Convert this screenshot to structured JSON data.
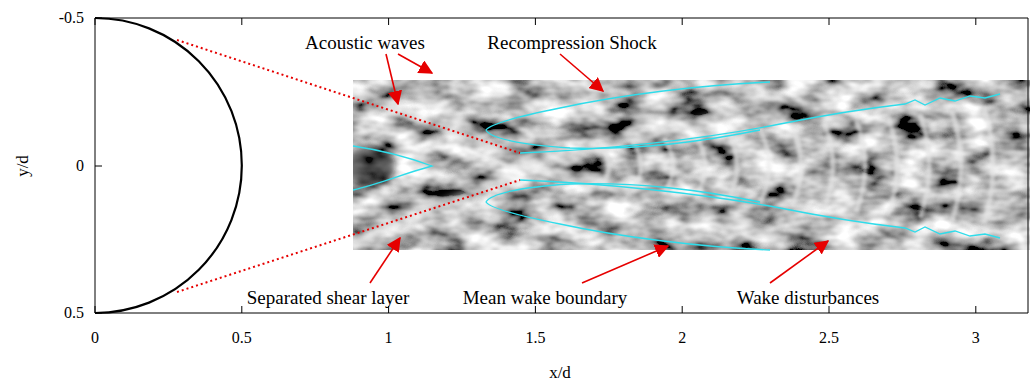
{
  "diagram": {
    "labels": [
      "-0.5",
      "0",
      "0.5",
      "y/d",
      "Acoustic waves",
      "Recompression Shock",
      "Separated shear layer",
      "Mean wake boundary",
      "Wake disturbances",
      "0",
      "0.5",
      "1",
      "1.5",
      "2",
      "2.5",
      "3",
      "x/d"
    ]
  }
}
